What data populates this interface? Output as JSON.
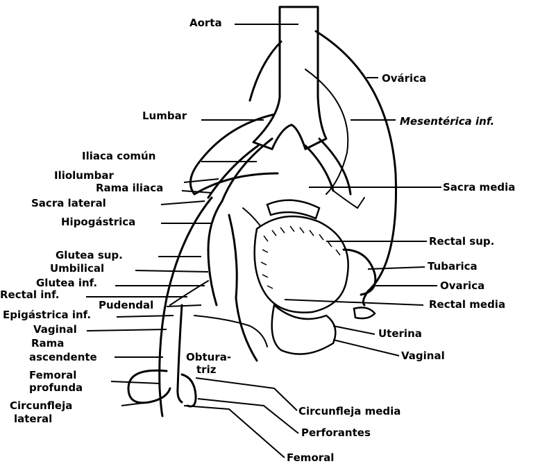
{
  "labels": {
    "aorta": "Aorta",
    "ovarica_top": "Ovárica",
    "lumbar": "Lumbar",
    "mesenterica": "Mesentérica inf.",
    "iliaca_comun": "Iliaca común",
    "iliolumbar": "Iliolumbar",
    "rama_iliaca": "Rama iliaca",
    "sacra_media": "Sacra media",
    "sacra_lateral": "Sacra lateral",
    "hipogastrica": "Hipogástrica",
    "rectal_sup": "Rectal sup.",
    "glutea_sup": "Glutea sup.",
    "tubarica": "Tubarica",
    "umbilical": "Umbilical",
    "ovarica_low": "Ovarica",
    "glutea_inf": "Glutea inf.",
    "rectal_inf": "Rectal inf.",
    "pudendal": "Pudendal",
    "rectal_media": "Rectal media",
    "epigastrica": "Epigástrica inf.",
    "vaginal_left": "Vaginal",
    "uterina": "Uterina",
    "rama_asc_1": "Rama",
    "rama_asc_2": "ascendente",
    "obturatriz_1": "Obtura-",
    "obturatriz_2": "triz",
    "vaginal_right": "Vaginal",
    "femoral_prof_1": "Femoral",
    "femoral_prof_2": "profunda",
    "circ_lat_1": "Circunfleja",
    "circ_lat_2": "lateral",
    "circ_media": "Circunfleja media",
    "perforantes": "Perforantes",
    "femoral": "Femoral"
  }
}
